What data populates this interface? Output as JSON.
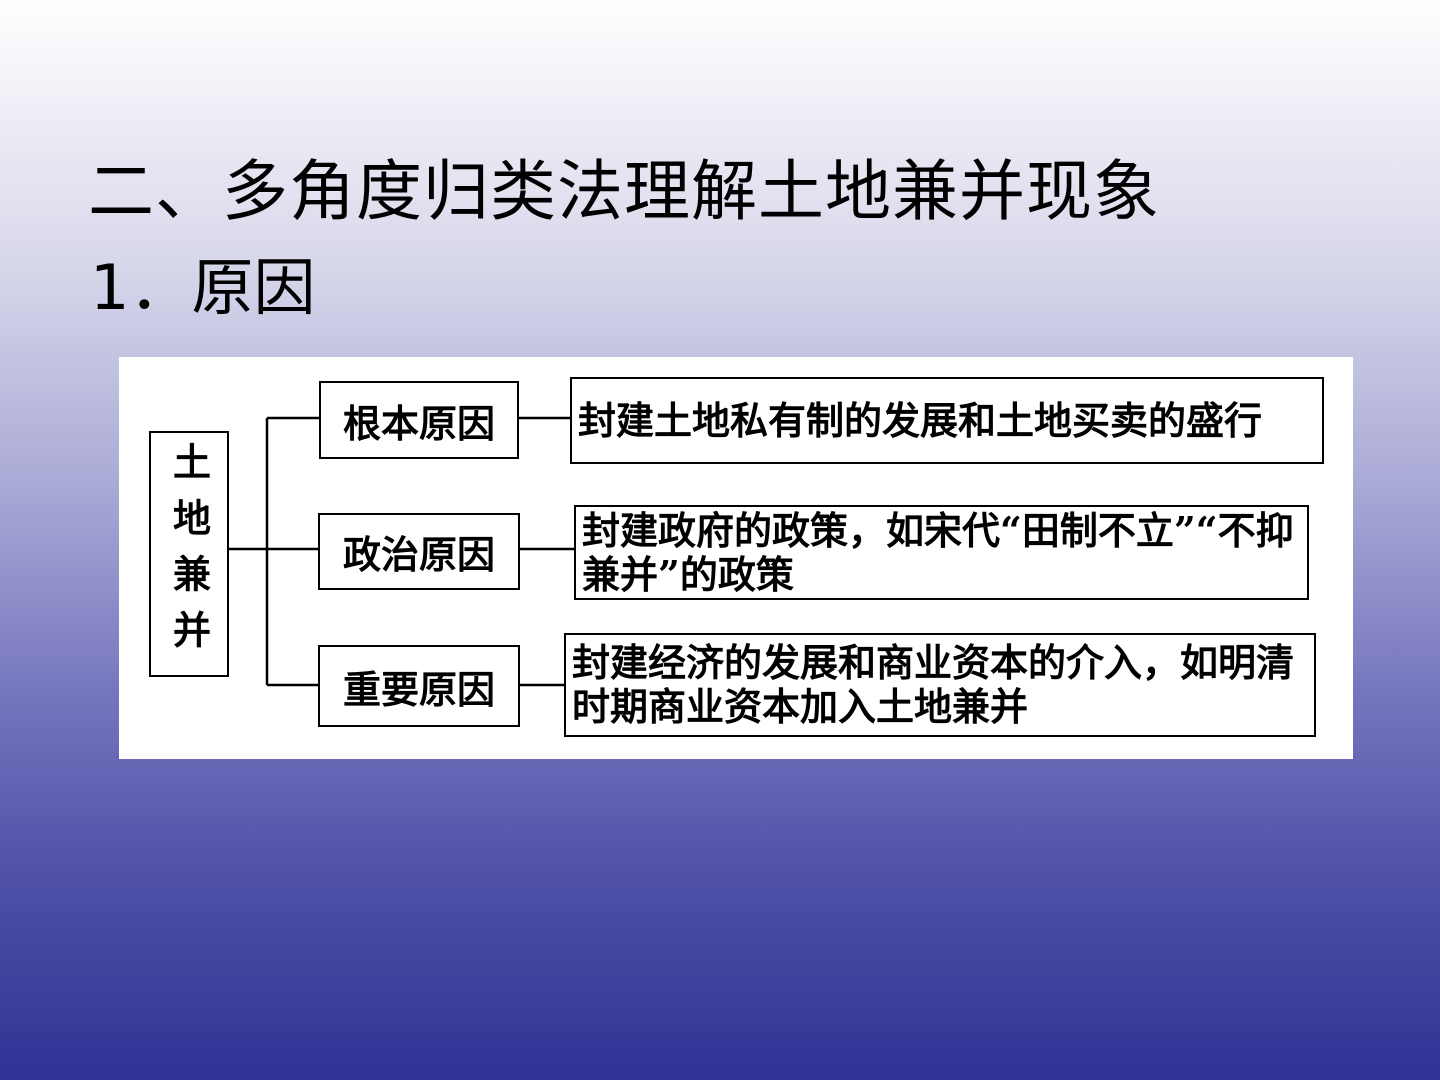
{
  "slide": {
    "title": "二、多角度归类法理解土地兼并现象",
    "subtitle": "1．原因"
  },
  "diagram": {
    "root": "土地兼并",
    "branches": [
      {
        "cause": "根本原因",
        "description": "封建土地私有制的发展和土地买卖的盛行"
      },
      {
        "cause": "政治原因",
        "description": "封建政府的政策，如宋代“田制不立”“不抑兼并”的政策"
      },
      {
        "cause": "重要原因",
        "description": "封建经济的发展和商业资本的介入，如明清时期商业资本加入土地兼并"
      }
    ]
  }
}
